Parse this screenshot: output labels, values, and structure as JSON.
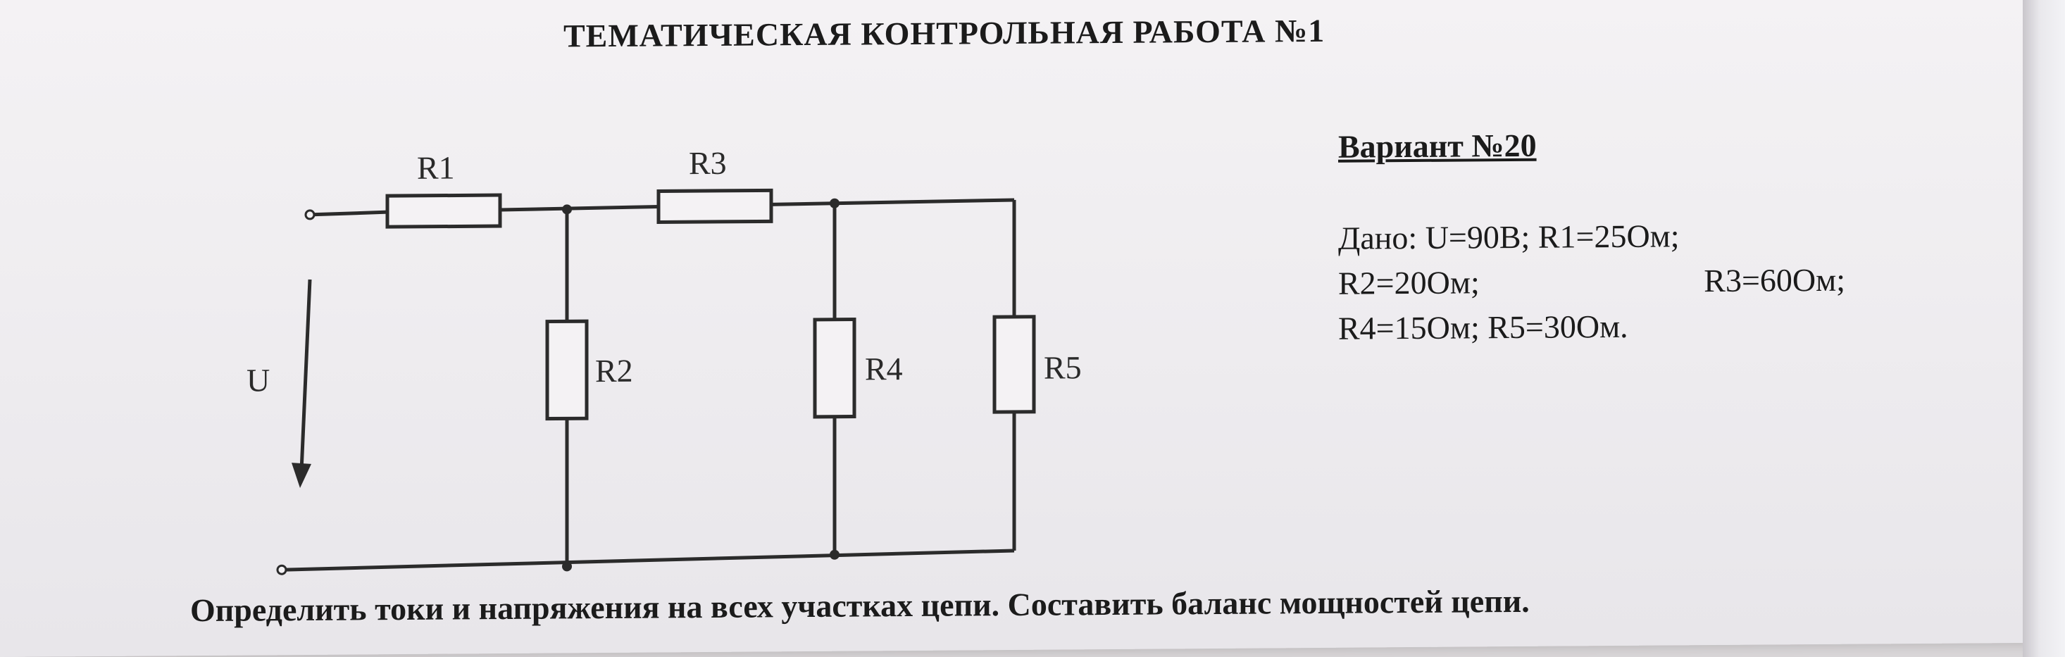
{
  "title": "ТЕМАТИЧЕСКАЯ КОНТРОЛЬНАЯ РАБОТА №1",
  "variant": "Вариант №20",
  "given": {
    "line1": "Дано:   U=90В;   R1=25Ом;",
    "line2_left": "R2=20Ом;",
    "line2_right": "R3=60Ом;",
    "line3": "R4=15Ом; R5=30Ом."
  },
  "circuit": {
    "labels": {
      "r1": "R1",
      "r2": "R2",
      "r3": "R3",
      "r4": "R4",
      "r5": "R5",
      "u": "U"
    }
  },
  "task": "Определить токи и напряжения на всех участках цепи. Составить баланс мощностей цепи."
}
